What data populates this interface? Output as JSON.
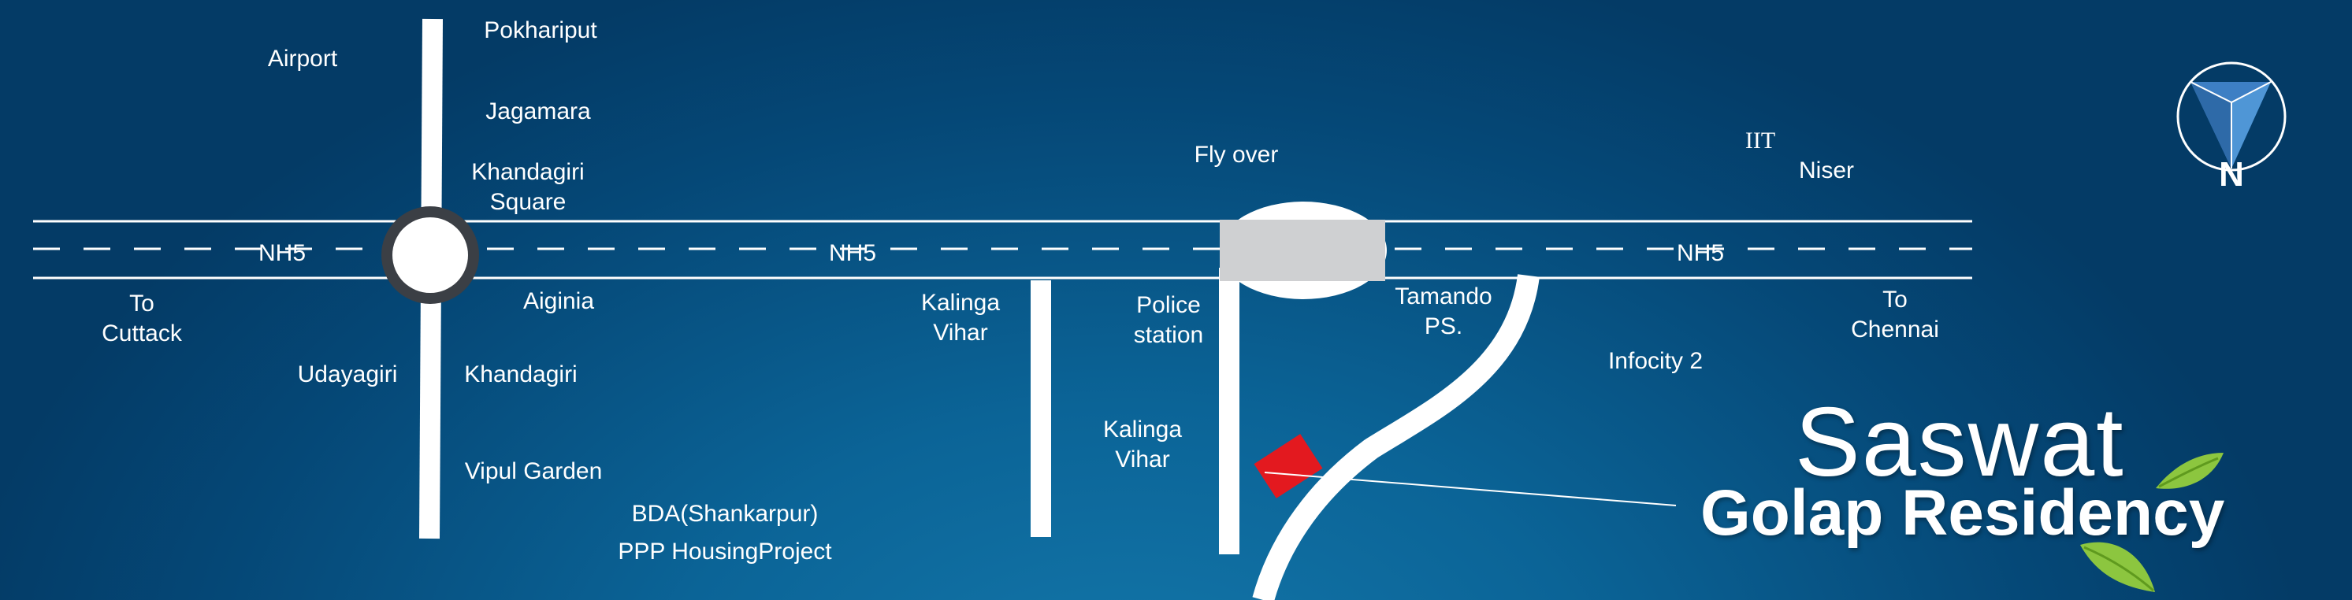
{
  "map": {
    "highway_labels": [
      "NH5",
      "NH5",
      "NH5"
    ],
    "places": {
      "airport": "Airport",
      "pokhariput": "Pokhariput",
      "jagamara": "Jagamara",
      "khandagiri_square": "Khandagiri\nSquare",
      "to_cuttack": "To\nCuttack",
      "aiginia": "Aiginia",
      "udayagiri": "Udayagiri",
      "khandagiri": "Khandagiri",
      "vipul_garden": "Vipul Garden",
      "bda": "BDA(Shankarpur)",
      "ppp": "PPP HousingProject",
      "kalinga_vihar_1": "Kalinga\nVihar",
      "police_station": "Police\nstation",
      "kalinga_vihar_2": "Kalinga\nVihar",
      "fly_over": "Fly over",
      "tamando_ps": "Tamando\nPS.",
      "iit": "IIT",
      "niser": "Niser",
      "infocity": "Infocity 2",
      "to_chennai": "To\nChennai"
    },
    "compass_letter": "N",
    "brand": {
      "name": "Saswat",
      "project": "Golap Residency"
    },
    "colors": {
      "road": "#ffffff",
      "flyover": "#cfd0d2",
      "junction_ring": "#3b3f45",
      "site_marker": "#e3191f",
      "compass_arrow": "#3d7fc4",
      "leaf": "#8cc63f"
    },
    "icons": [
      "compass-icon",
      "site-marker-icon",
      "leaf-icon"
    ]
  }
}
